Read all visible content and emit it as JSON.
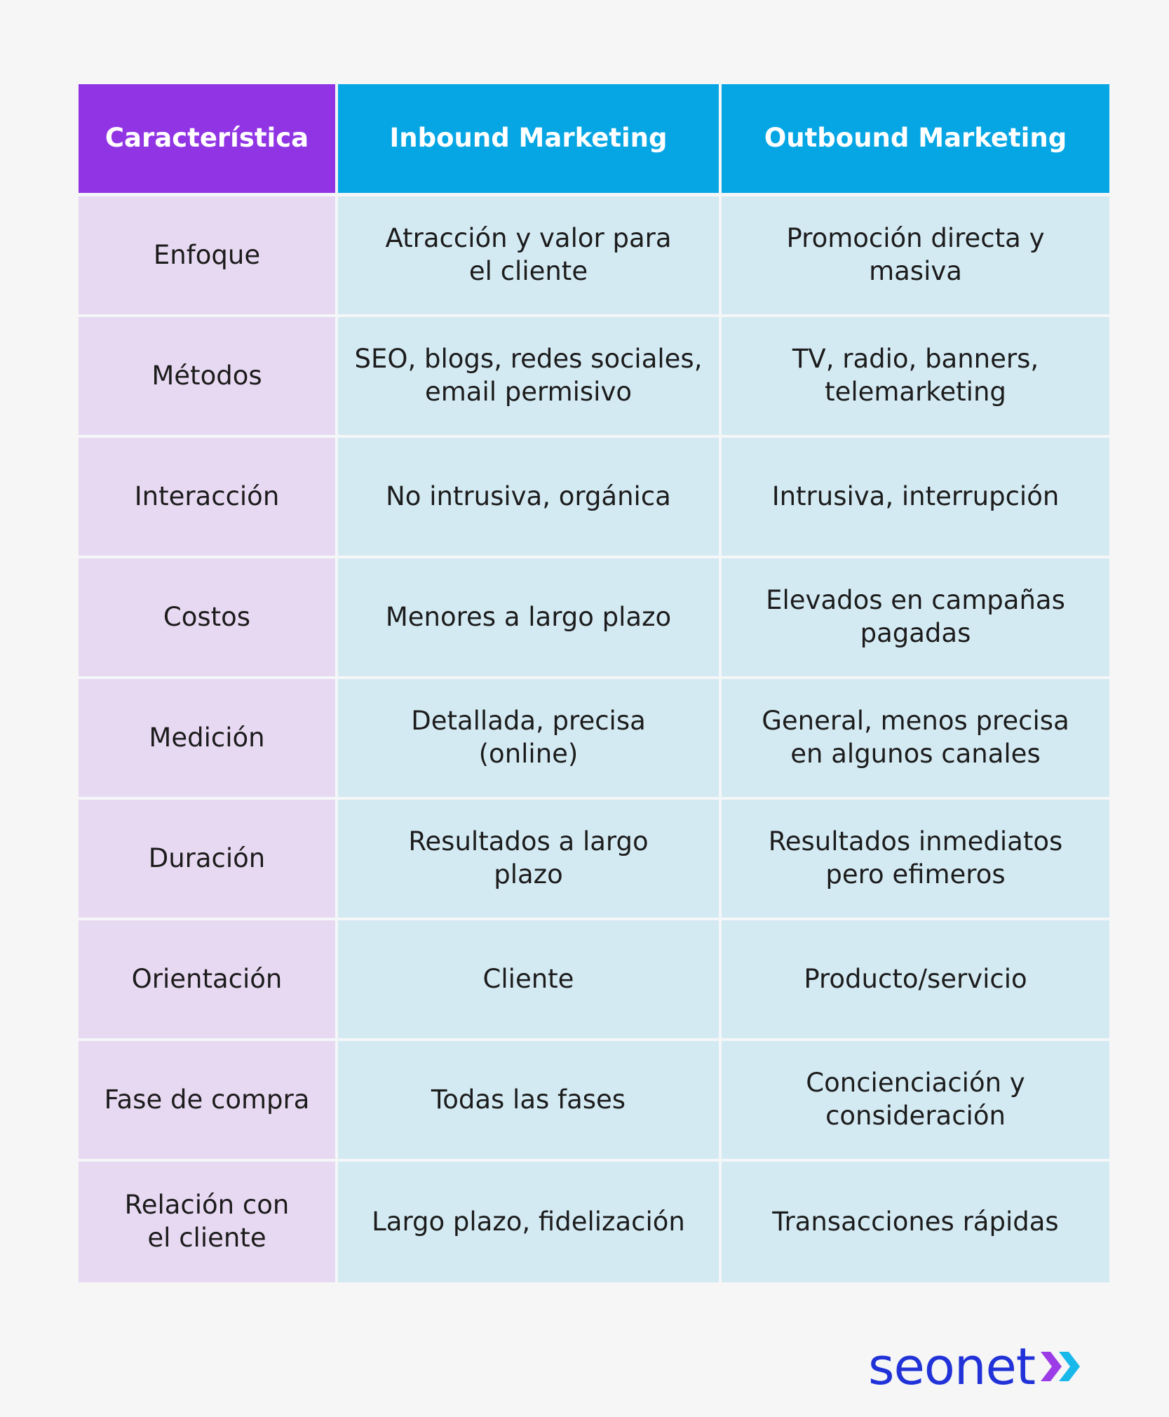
{
  "table": {
    "headers": [
      "Característica",
      "Inbound Marketing",
      "Outbound Marketing"
    ],
    "rows": [
      [
        "Enfoque",
        "Atracción y valor para\nel cliente",
        "Promoción directa y\nmasiva"
      ],
      [
        "Métodos",
        "SEO, blogs, redes sociales,\nemail permisivo",
        "TV, radio, banners,\ntelemarketing"
      ],
      [
        "Interacción",
        "No intrusiva, orgánica",
        "Intrusiva, interrupción"
      ],
      [
        "Costos",
        "Menores a largo plazo",
        "Elevados en campañas\npagadas"
      ],
      [
        "Medición",
        "Detallada, precisa\n(online)",
        "General, menos precisa\nen algunos canales"
      ],
      [
        "Duración",
        "Resultados a largo\nplazo",
        "Resultados inmediatos\npero efimeros"
      ],
      [
        "Orientación",
        "Cliente",
        "Producto/servicio"
      ],
      [
        "Fase de compra",
        "Todas las fases",
        "Concienciación y\nconsideración"
      ],
      [
        "Relación con\nel cliente",
        "Largo plazo, fidelización",
        "Transacciones rápidas"
      ]
    ]
  },
  "logo": {
    "text": "seonet",
    "icon": "double-chevron-right-icon"
  },
  "colors": {
    "header_feature": "#9135e4",
    "header_channel": "#06a6e4",
    "row_label_bg": "#e8d9f2",
    "row_value_bg": "#d4eaf3",
    "logo_text": "#2032d8",
    "logo_arrow_1": "#9b3ce6",
    "logo_arrow_2": "#19b8ea"
  }
}
